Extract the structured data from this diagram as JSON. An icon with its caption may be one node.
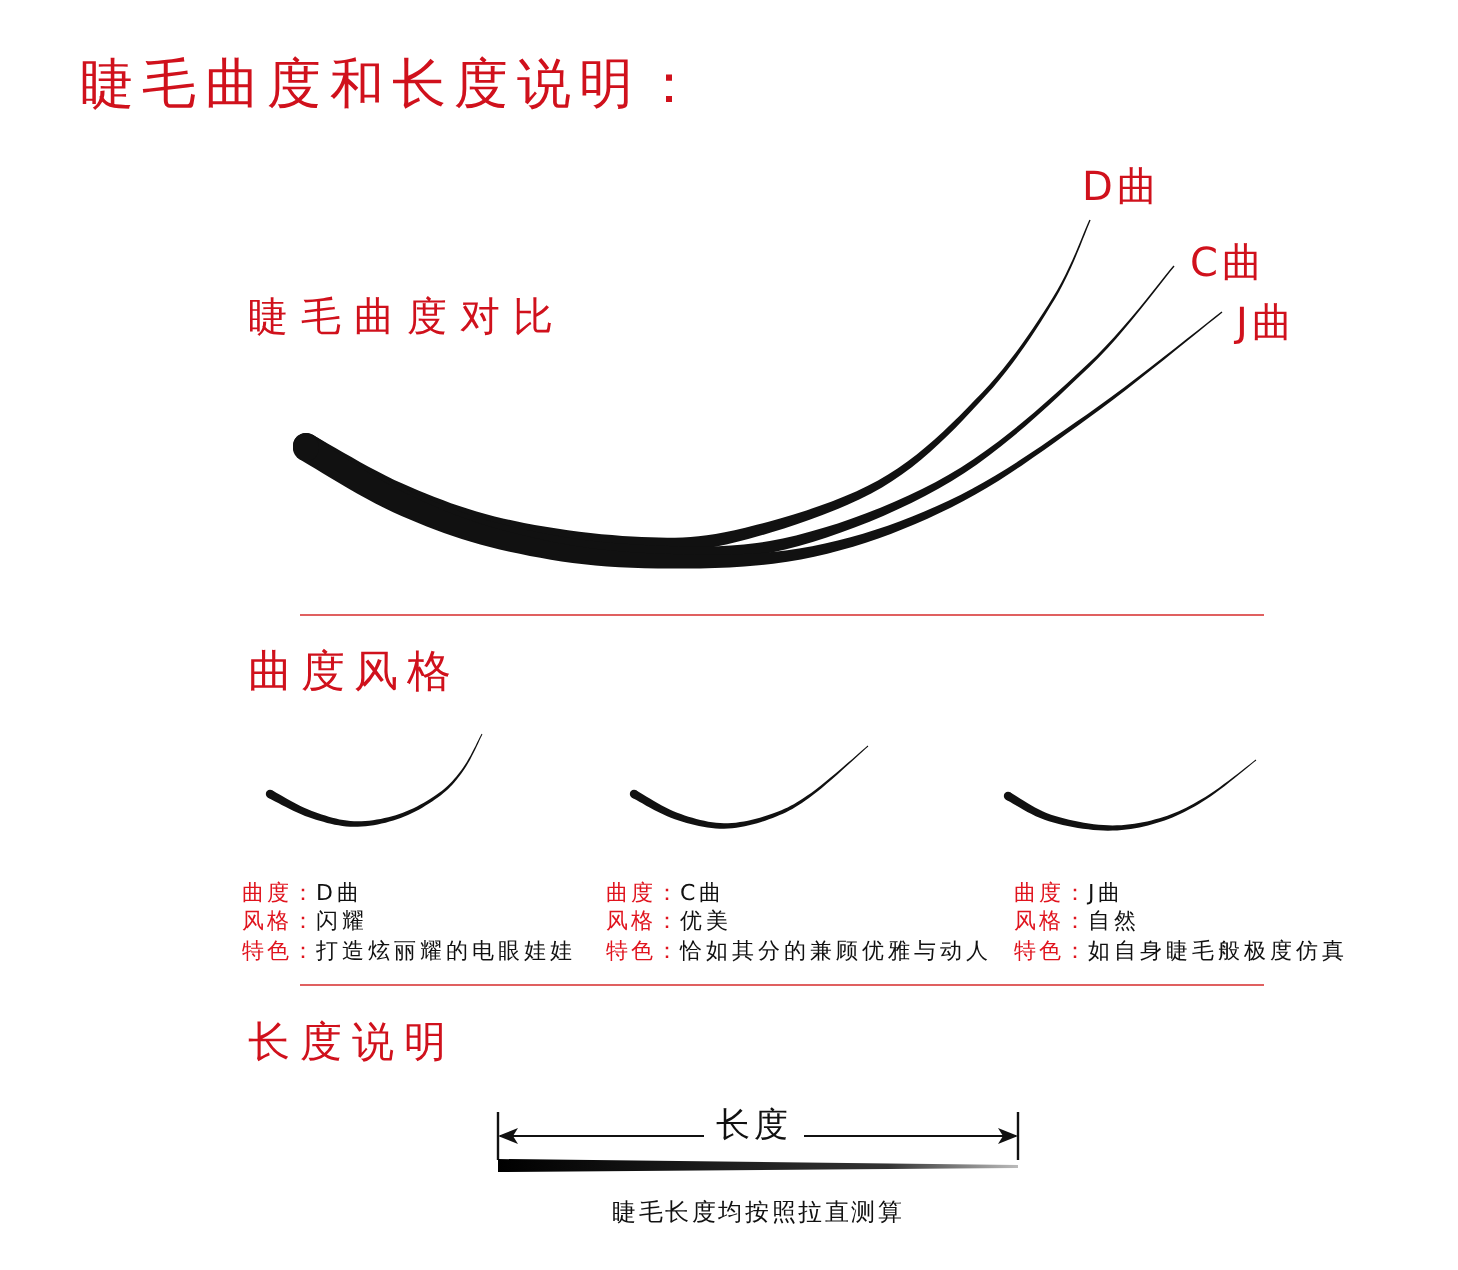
{
  "diagram": {
    "title": "睫毛曲度和长度说明：",
    "labels": [
      "D曲",
      "C曲",
      "睫毛曲度对比",
      "J曲",
      "曲度风格",
      "曲度：",
      "D曲",
      "曲度：",
      "C曲",
      "曲度：",
      "J曲",
      "风格：",
      "闪耀",
      "风格：",
      "优美",
      "风格：",
      "自然",
      "特色：",
      "打造炫丽耀的电眼娃娃",
      "特色：",
      "恰如其分的兼顾优雅与动人",
      "特色：",
      "如自身睫毛般极度仿真",
      "长度说明",
      "长度",
      "睫毛长度均按照拉直测算"
    ]
  }
}
